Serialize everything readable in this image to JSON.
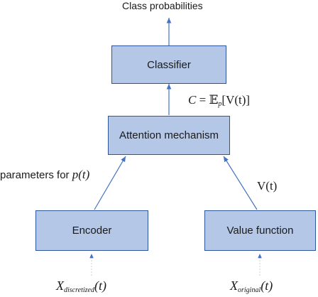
{
  "diagram": {
    "style": {
      "box_fill": "#b4c7e7",
      "box_border": "#2f5597",
      "arrow_color": "#4472c4"
    },
    "output_label": "Class probabilities",
    "nodes": {
      "classifier": "Classifier",
      "attention": "Attention mechanism",
      "encoder": "Encoder",
      "value_function": "Value function"
    },
    "edge_labels": {
      "parameters_text": "parameters for ",
      "parameters_math": "p(t)",
      "value_signal": "V(t)",
      "expectation_lhs": "C",
      "expectation_eq": "=",
      "expectation_E": "𝔼",
      "expectation_sub": "p",
      "expectation_rhs": "[V(t)]"
    },
    "inputs": {
      "discretized_main": "X",
      "discretized_sub": "discretized",
      "discretized_arg": "(t)",
      "original_main": "X",
      "original_sub": "original",
      "original_arg": "(t)"
    }
  }
}
